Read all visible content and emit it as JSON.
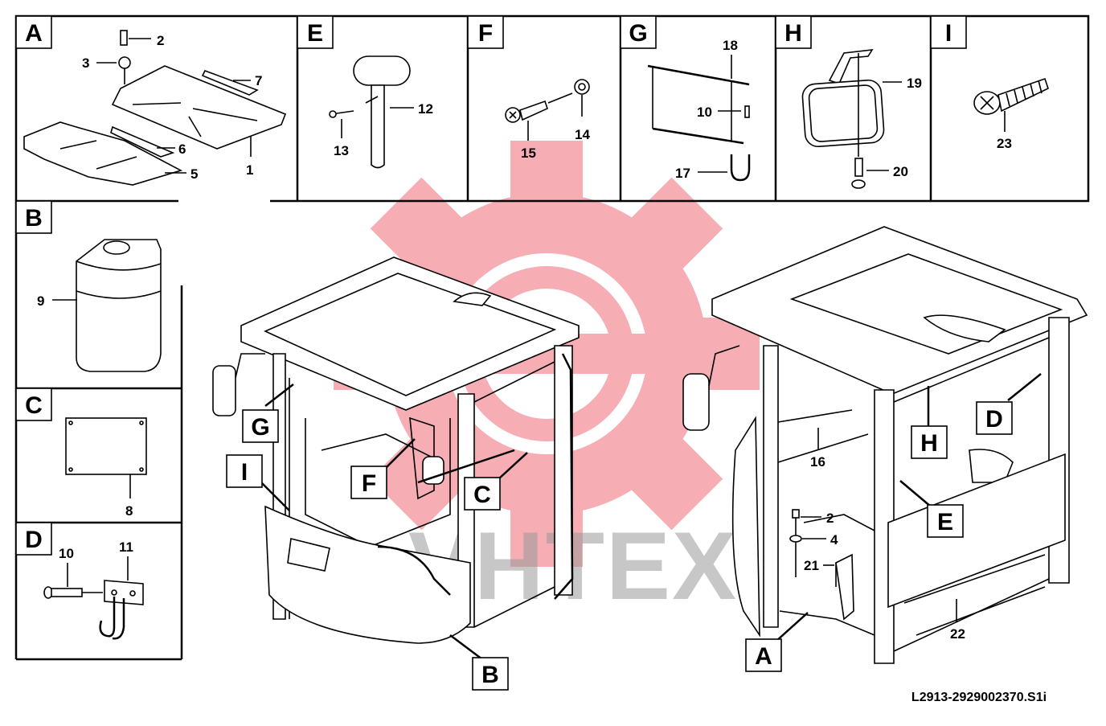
{
  "panels": {
    "A": {
      "letter": "A",
      "callouts": [
        "1",
        "2",
        "3",
        "5",
        "6",
        "7"
      ]
    },
    "E": {
      "letter": "E",
      "callouts": [
        "12",
        "13"
      ]
    },
    "F": {
      "letter": "F",
      "callouts": [
        "14",
        "15"
      ]
    },
    "G": {
      "letter": "G",
      "callouts": [
        "10",
        "17",
        "18"
      ]
    },
    "H": {
      "letter": "H",
      "callouts": [
        "19",
        "20"
      ]
    },
    "I": {
      "letter": "I",
      "callouts": [
        "23"
      ]
    },
    "B": {
      "letter": "B",
      "callouts": [
        "9"
      ]
    },
    "C": {
      "letter": "C",
      "callouts": [
        "8"
      ]
    },
    "D": {
      "letter": "D",
      "callouts": [
        "10",
        "11"
      ]
    }
  },
  "cab_left": {
    "labels": [
      "G",
      "I",
      "F",
      "C",
      "B"
    ]
  },
  "cab_right": {
    "labels": [
      "D",
      "H",
      "E",
      "A"
    ],
    "callouts": [
      "16",
      "2",
      "4",
      "21",
      "22"
    ]
  },
  "watermark": {
    "text": "VHTEX",
    "color": "#e8263a"
  },
  "reference": "L2913-2929002370.S1i"
}
